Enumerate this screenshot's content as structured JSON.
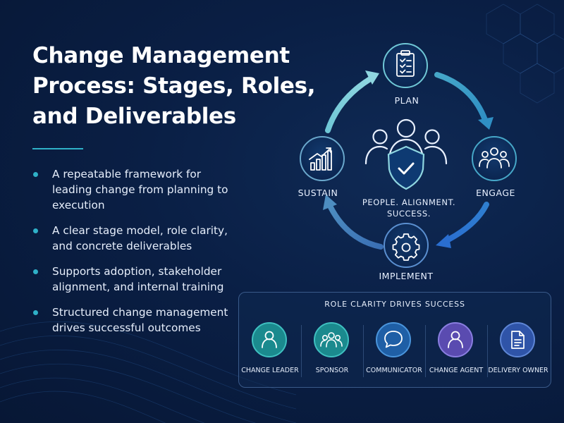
{
  "title": "Change Management Process: Stages, Roles, and Deliverables",
  "bullets": [
    "A repeatable framework for leading change from planning to execution",
    "A clear stage model, role clarity, and concrete deliverables",
    "Supports adoption, stakeholder alignment, and internal training",
    "Structured change management drives successful outcomes"
  ],
  "cycle": {
    "stages": [
      "PLAN",
      "ENGAGE",
      "IMPLEMENT",
      "SUSTAIN"
    ],
    "center_line1": "PEOPLE. ALIGNMENT.",
    "center_line2": "SUCCESS."
  },
  "roles_panel": {
    "title": "ROLE CLARITY DRIVES SUCCESS",
    "roles": [
      {
        "label": "CHANGE LEADER",
        "icon": "person-icon",
        "color": "#1b8a8e"
      },
      {
        "label": "SPONSOR",
        "icon": "group-icon",
        "color": "#1b8a8e"
      },
      {
        "label": "COMMUNICATOR",
        "icon": "chat-bubble-icon",
        "color": "#1f5fa6"
      },
      {
        "label": "CHANGE AGENT",
        "icon": "person-icon",
        "color": "#5a4bb0"
      },
      {
        "label": "DELIVERY OWNER",
        "icon": "document-icon",
        "color": "#2f54a8"
      }
    ]
  },
  "colors": {
    "accent": "#2fb1c8",
    "background": "#0a1f45"
  }
}
